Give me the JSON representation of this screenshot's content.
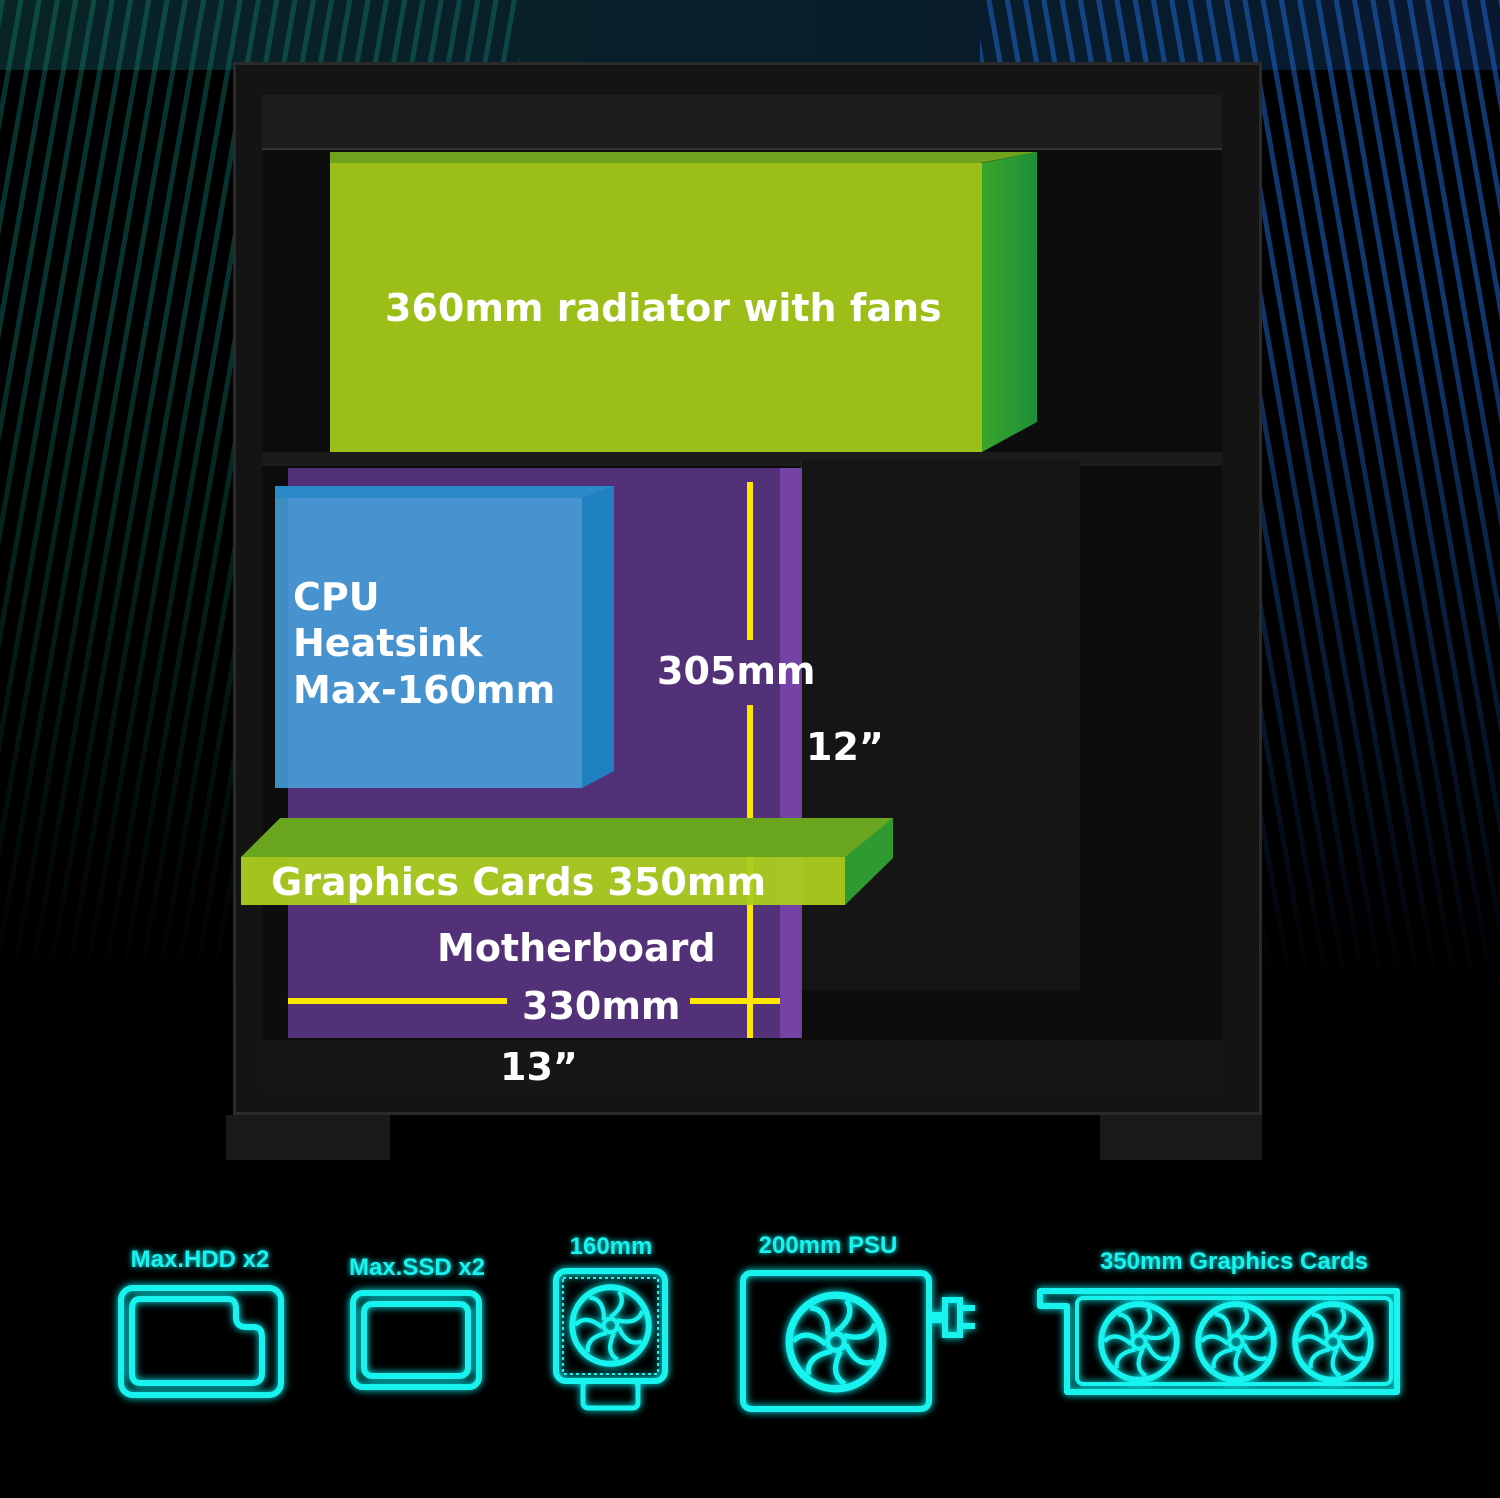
{
  "case_labels": {
    "radiator": "360mm radiator with fans",
    "cpu_line1": "CPU",
    "cpu_line2": "Heatsink",
    "cpu_line3": "Max-160mm",
    "height_mm": "305mm",
    "height_in": "12”",
    "gpu": "Graphics Cards 350mm",
    "motherboard": "Motherboard",
    "width_mm": "330mm",
    "width_in": "13”"
  },
  "features": [
    {
      "label": "Max.HDD x2",
      "icon": "hdd-icon"
    },
    {
      "label": "Max.SSD x2",
      "icon": "ssd-icon"
    },
    {
      "label": "160mm",
      "icon": "cpu-cooler-icon"
    },
    {
      "label": "200mm PSU",
      "icon": "psu-icon"
    },
    {
      "label": "350mm Graphics Cards",
      "icon": "graphics-card-icon"
    }
  ],
  "colors": {
    "accent": "#19f3ef",
    "radiator": "#a8cc1a",
    "cpu": "#46a0dc",
    "motherboard": "#60388c",
    "dimension": "#ffe600"
  }
}
